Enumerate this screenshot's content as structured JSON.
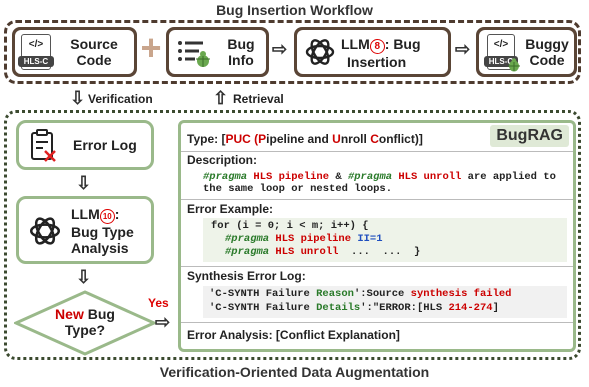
{
  "titles": {
    "top": "Bug Insertion Workflow",
    "bottom": "Verification-Oriented Data Augmentation"
  },
  "workflow": {
    "source": {
      "icon_text": "</>",
      "tag": "HLS-C",
      "label_line1": "Source",
      "label_line2": "Code"
    },
    "plus": "+",
    "bug_info": {
      "label_line1": "Bug",
      "label_line2": "Info"
    },
    "llm_insert": {
      "prefix": "LLM",
      "num": "8",
      "suffix": ": Bug",
      "line2": "Insertion"
    },
    "buggy": {
      "icon_text": "</>",
      "tag": "HLS-C",
      "label_line1": "Buggy",
      "label_line2": "Code"
    },
    "arrow": "⇨"
  },
  "links": {
    "verification": "Verification",
    "retrieval": "Retrieval",
    "yes": "Yes",
    "down_arrow": "⇩",
    "up_arrow": "⇧",
    "right_arrow": "⇨"
  },
  "left": {
    "error_log": "Error Log",
    "llm_analysis": {
      "prefix": "LLM",
      "num": "10",
      "suffix": ":",
      "line2": "Bug Type",
      "line3": "Analysis"
    },
    "decision": {
      "new": "New",
      "bug": " Bug",
      "type": "Type?"
    }
  },
  "bugrag": {
    "badge": "BugRAG",
    "type_line": {
      "pre": "Type: [",
      "p": "P",
      "uc": "UC (",
      "p2": "P",
      "ipeline": "ipeline and ",
      "u": "U",
      "nroll": "nroll ",
      "c": "C",
      "onflict": "onflict)]"
    },
    "description_h": "Description:",
    "desc1": {
      "a": "#pragma",
      "b": " HLS pipeline",
      "c": " & ",
      "d": "#pragma",
      "e": " HLS unroll",
      "f": " are applied to"
    },
    "desc2": "the same loop or nested loops.",
    "example_h": "Error Example:",
    "code1": "for (i = 0; i < m; i++) {",
    "code2": {
      "a": "#pragma",
      "b": " HLS pipeline",
      "c": " II=1"
    },
    "code3": {
      "a": "#pragma",
      "b": " HLS unroll",
      "c": "  ...  ...  }"
    },
    "synth_h": "Synthesis Error Log:",
    "log1": {
      "a": "'C-SYNTH Failure ",
      "b": "Reason",
      "c": "':Source ",
      "d": "synthesis failed"
    },
    "log2": {
      "a": "'C-SYNTH Failure ",
      "b": "Details",
      "c": "':\"ERROR:[HLS ",
      "d": "214-274",
      "e": "]"
    },
    "analysis": "Error Analysis: [Conflict Explanation]"
  }
}
